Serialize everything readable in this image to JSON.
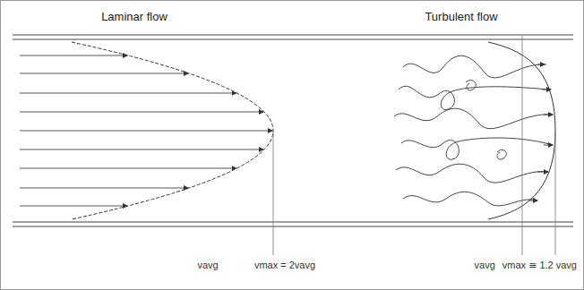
{
  "diagram": {
    "labels": [
      "Laminar flow",
      "Turbulent flow",
      "vavg",
      "vmax = 2vavg",
      "vavg",
      "vmax ≅ 1.2 vavg"
    ]
  }
}
